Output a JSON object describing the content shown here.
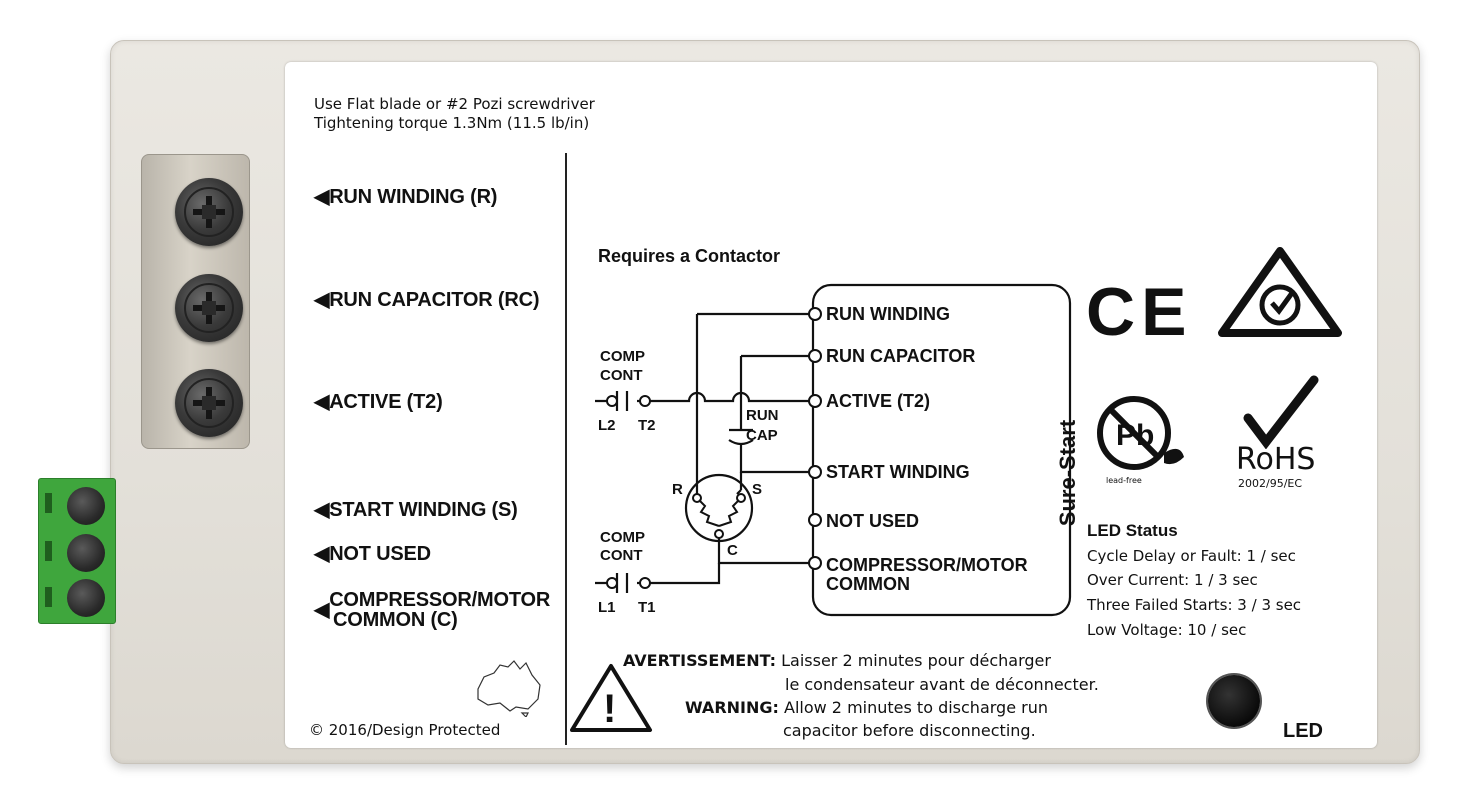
{
  "label": {
    "instructions": [
      "Use Flat blade or #2 Pozi screwdriver",
      "Tightening torque 1.3Nm (11.5 lb/in)"
    ],
    "terminals": [
      {
        "arrow": "◀",
        "label": "RUN WINDING (R)"
      },
      {
        "arrow": "◀",
        "label": "RUN CAPACITOR (RC)"
      },
      {
        "arrow": "◀",
        "label": "ACTIVE (T2)"
      },
      {
        "arrow": "◀",
        "label": "START WINDING (S)"
      },
      {
        "arrow": "◀",
        "label": "NOT USED"
      },
      {
        "arrow": "◀",
        "label": "COMPRESSOR/MOTOR",
        "label2": "COMMON (C)"
      }
    ],
    "copyright": "© 2016/Design Protected",
    "diagram": {
      "title": "Requires a Contactor",
      "box_label": "Sure-Start",
      "pins": [
        "RUN WINDING",
        "RUN CAPACITOR",
        "ACTIVE (T2)",
        "START WINDING",
        "NOT USED",
        "COMPRESSOR/MOTOR",
        "COMMON"
      ],
      "contactor_top": {
        "title1": "COMP",
        "title2": "CONT",
        "left": "L2",
        "right": "T2"
      },
      "contactor_bottom": {
        "title1": "COMP",
        "title2": "CONT",
        "left": "L1",
        "right": "T1"
      },
      "capacitor": {
        "line1": "RUN",
        "line2": "CAP"
      },
      "motor": {
        "r": "R",
        "s": "S",
        "c": "C"
      }
    },
    "certifications": {
      "ce": "CE",
      "rohs": "RoHS",
      "rohs_code": "2002/95/EC",
      "lead_free": "lead-free",
      "pb": "Pb"
    },
    "led_status": {
      "title": "LED Status",
      "rows": [
        "Cycle Delay or Fault: 1 / sec",
        "Over Current: 1 / 3 sec",
        "Three Failed Starts: 3 / 3 sec",
        "Low Voltage: 10 / sec"
      ]
    },
    "warning": {
      "fr_label": "AVERTISSEMENT:",
      "fr_line1": "Laisser 2 minutes pour décharger",
      "fr_line2": "le condensateur avant de déconnecter.",
      "en_label": "WARNING:",
      "en_line1": "Allow 2 minutes to discharge run",
      "en_line2": "capacitor before disconnecting.",
      "symbol": "!"
    },
    "led_label": "LED"
  }
}
